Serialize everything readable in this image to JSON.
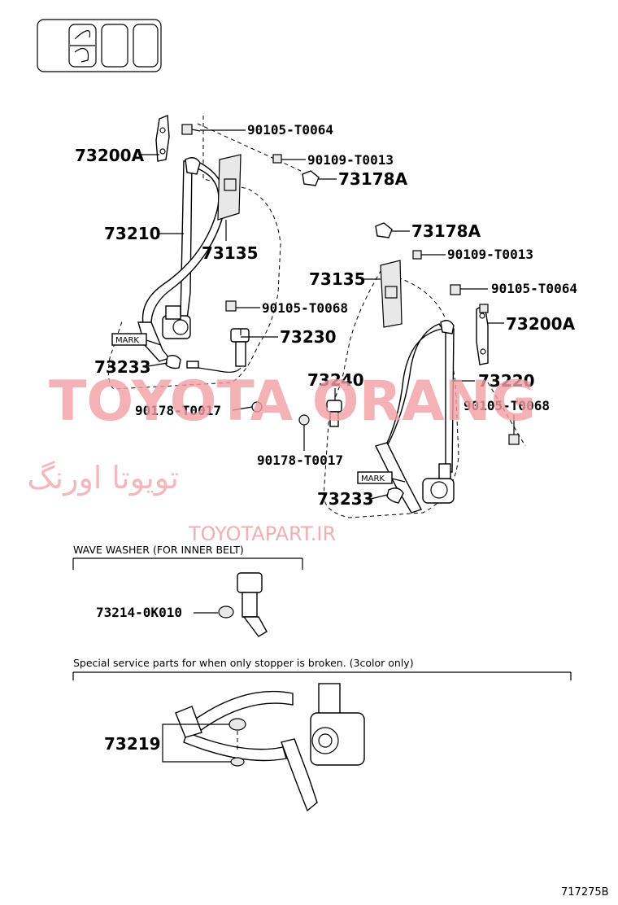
{
  "labels": {
    "p73200A_left": "73200A",
    "p90105_T0064_left": "90105-T0064",
    "p90109_T0013_left": "90109-T0013",
    "p73178A_left": "73178A",
    "p73210": "73210",
    "p73135_left": "73135",
    "p90105_T0068_left": "90105-T0068",
    "p73230": "73230",
    "p73233_left": "73233",
    "p90178_T0017_left": "90178-T0017",
    "p73178A_right": "73178A",
    "p90109_T0013_right": "90109-T0013",
    "p73135_right": "73135",
    "p90105_T0064_right": "90105-T0064",
    "p73200A_right": "73200A",
    "p73240": "73240",
    "p73220": "73220",
    "p90105_T0068_right": "90105-T0068",
    "p90178_T0017_right": "90178-T0017",
    "p73233_right": "73233",
    "p73214": "73214-0K010",
    "p73219": "73219",
    "mark_left": "MARK",
    "mark_right": "MARK"
  },
  "notes": {
    "wave_washer": "WAVE WASHER (FOR INNER BELT)",
    "special_service": "Special service parts for when only stopper is broken. (3color only)"
  },
  "watermark": {
    "main": "TOYOTA ORANG",
    "persian": "تويوتا اورنگ",
    "site": "TOYOTAPART.IR"
  },
  "diagram_code": "717275B",
  "icons": [
    "seat-layout-icon"
  ],
  "colors": {
    "watermark": "#f2a0a6",
    "line": "#000000"
  }
}
